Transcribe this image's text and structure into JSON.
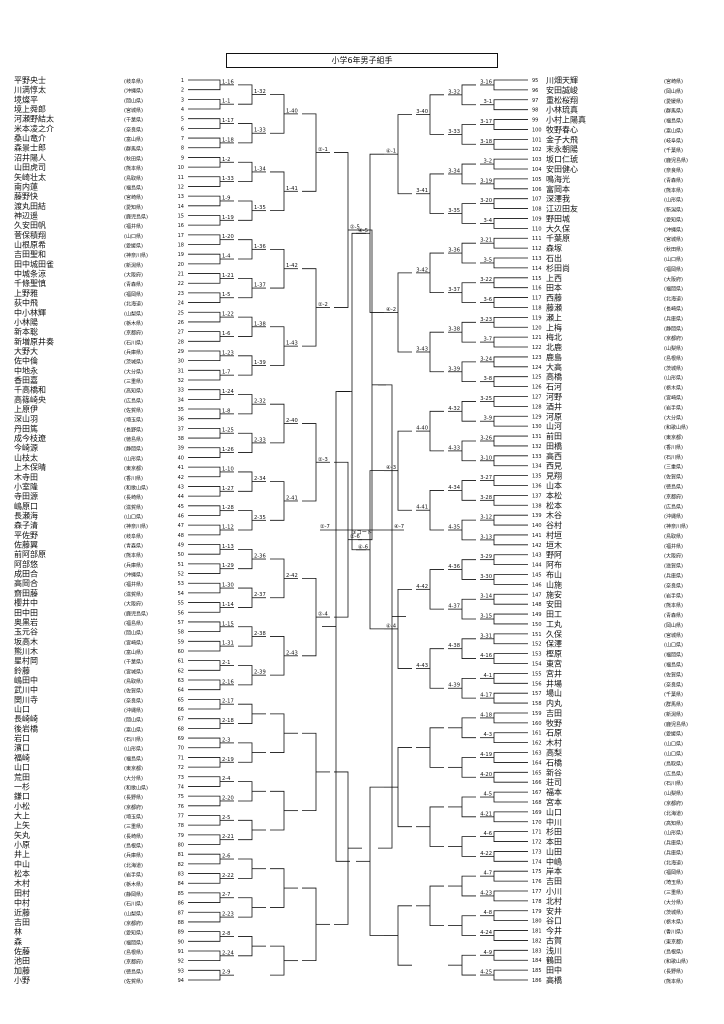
{
  "title": "小学6年男子組手",
  "center": {
    "left": "②-7",
    "court": "③コート",
    "right": "④-7"
  },
  "left_players": [
    {
      "n": 1,
      "name": "平野央士",
      "pref": "岐阜県"
    },
    {
      "n": 2,
      "name": "川満惇太",
      "pref": "沖縄県"
    },
    {
      "n": 3,
      "name": "境燦平",
      "pref": "岡山県"
    },
    {
      "n": 4,
      "name": "境上舜郎",
      "pref": "宮城県"
    },
    {
      "n": 5,
      "name": "河瀬野結太",
      "pref": "千葉県"
    },
    {
      "n": 6,
      "name": "米本凌之介",
      "pref": "奈良県"
    },
    {
      "n": 7,
      "name": "桑山竜介",
      "pref": "富山県"
    },
    {
      "n": 8,
      "name": "森景士郎",
      "pref": "群馬県"
    },
    {
      "n": 9,
      "name": "沼井陽人",
      "pref": "秋田県"
    },
    {
      "n": 10,
      "name": "山田虎司",
      "pref": "熊本県"
    },
    {
      "n": 11,
      "name": "矢崎壮太",
      "pref": "鳥取県"
    },
    {
      "n": 12,
      "name": "南内蓮",
      "pref": "福島県"
    },
    {
      "n": 13,
      "name": "藤野快",
      "pref": "宮崎県"
    },
    {
      "n": 14,
      "name": "渡丸田結",
      "pref": "愛知県"
    },
    {
      "n": 15,
      "name": "神辺遥",
      "pref": "鹿児島県"
    },
    {
      "n": 16,
      "name": "久安田帆",
      "pref": "福井県"
    },
    {
      "n": 17,
      "name": "菅保積翔",
      "pref": "山口県"
    },
    {
      "n": 18,
      "name": "山根原希",
      "pref": "愛媛県"
    },
    {
      "n": 19,
      "name": "吉田聖和",
      "pref": "神奈川県"
    },
    {
      "n": 20,
      "name": "田中城田雀",
      "pref": "新潟県"
    },
    {
      "n": 21,
      "name": "中城条涼",
      "pref": "大阪府"
    },
    {
      "n": 22,
      "name": "千條聖慎",
      "pref": "青森県"
    },
    {
      "n": 23,
      "name": "上野雅",
      "pref": "福岡県"
    },
    {
      "n": 24,
      "name": "荻中飛",
      "pref": "北海道"
    },
    {
      "n": 25,
      "name": "中小林輝",
      "pref": "山梨県"
    },
    {
      "n": 26,
      "name": "小林陽",
      "pref": "栃木県"
    },
    {
      "n": 27,
      "name": "新本聡",
      "pref": "京都府"
    },
    {
      "n": 28,
      "name": "新増原井奏",
      "pref": "石川県"
    },
    {
      "n": 29,
      "name": "大野大",
      "pref": "兵庫県"
    },
    {
      "n": 30,
      "name": "佐中倫",
      "pref": "茨城県"
    },
    {
      "n": 31,
      "name": "中地永",
      "pref": "大分県"
    },
    {
      "n": 32,
      "name": "香田嘉",
      "pref": "三重県"
    },
    {
      "n": 33,
      "name": "千高橋和",
      "pref": "高知県"
    },
    {
      "n": 34,
      "name": "高篠崎央",
      "pref": "広島県"
    },
    {
      "n": 35,
      "name": "上原伊",
      "pref": "佐賀県"
    },
    {
      "n": 36,
      "name": "深山羽",
      "pref": "埼玉県"
    },
    {
      "n": 37,
      "name": "丹田篤",
      "pref": "長野県"
    },
    {
      "n": 38,
      "name": "成今枝遼",
      "pref": "徳島県"
    },
    {
      "n": 39,
      "name": "今崎源",
      "pref": "静岡県"
    },
    {
      "n": 40,
      "name": "山枝太",
      "pref": "山形県"
    },
    {
      "n": 41,
      "name": "上木保晴",
      "pref": "東京都"
    },
    {
      "n": 42,
      "name": "木寺田",
      "pref": "香川県"
    },
    {
      "n": 43,
      "name": "小室隆",
      "pref": "和歌山県"
    },
    {
      "n": 44,
      "name": "寺田源",
      "pref": "長崎県"
    },
    {
      "n": 45,
      "name": "嶋原口",
      "pref": "滋賀県"
    },
    {
      "n": 46,
      "name": "長瀬海",
      "pref": "山口県"
    },
    {
      "n": 47,
      "name": "森子清",
      "pref": "神奈川県"
    },
    {
      "n": 48,
      "name": "平佐野",
      "pref": "岐阜県"
    },
    {
      "n": 49,
      "name": "佐藤翼",
      "pref": "青森県"
    },
    {
      "n": 50,
      "name": "前阿部原",
      "pref": "熊本県"
    },
    {
      "n": 51,
      "name": "阿部悠",
      "pref": "兵庫県"
    },
    {
      "n": 52,
      "name": "成田合",
      "pref": "沖縄県"
    },
    {
      "n": 53,
      "name": "高岡合",
      "pref": "福井県"
    },
    {
      "n": 54,
      "name": "齋田藤",
      "pref": "滋賀県"
    },
    {
      "n": 55,
      "name": "櫻井中",
      "pref": "大阪府"
    },
    {
      "n": 56,
      "name": "田中田",
      "pref": "鹿児島県"
    },
    {
      "n": 57,
      "name": "奥黒岩",
      "pref": "福島県"
    },
    {
      "n": 58,
      "name": "玉元谷",
      "pref": "岡山県"
    },
    {
      "n": 59,
      "name": "坂高木",
      "pref": "宮崎県"
    },
    {
      "n": 60,
      "name": "熊川木",
      "pref": "富山県"
    },
    {
      "n": 61,
      "name": "星村岡",
      "pref": "千葉県"
    },
    {
      "n": 62,
      "name": "鈴藤",
      "pref": "宮城県"
    },
    {
      "n": 63,
      "name": "嶋田中",
      "pref": "鳥取県"
    },
    {
      "n": 64,
      "name": "武川中",
      "pref": "佐賀県"
    },
    {
      "n": 65,
      "name": "関川寺",
      "pref": "奈良県"
    },
    {
      "n": 66,
      "name": "山口",
      "pref": "沖縄県"
    },
    {
      "n": 67,
      "name": "長崎崎",
      "pref": "岡山県"
    },
    {
      "n": 68,
      "name": "後岩橋",
      "pref": "富山県"
    },
    {
      "n": 69,
      "name": "岩口",
      "pref": "石川県"
    },
    {
      "n": 70,
      "name": "濱口",
      "pref": "山形県"
    },
    {
      "n": 71,
      "name": "福崎",
      "pref": "福島県"
    },
    {
      "n": 72,
      "name": "山口",
      "pref": "東京都"
    },
    {
      "n": 73,
      "name": "荒田",
      "pref": "大分県"
    },
    {
      "n": 74,
      "name": "一杉",
      "pref": "和歌山県"
    },
    {
      "n": 75,
      "name": "鎌口",
      "pref": "長野県"
    },
    {
      "n": 76,
      "name": "小松",
      "pref": "京都府"
    },
    {
      "n": 77,
      "name": "大上",
      "pref": "埼玉県"
    },
    {
      "n": 78,
      "name": "上矢",
      "pref": "三重県"
    },
    {
      "n": 79,
      "name": "矢丸",
      "pref": "長崎県"
    },
    {
      "n": 80,
      "name": "小原",
      "pref": "島根県"
    },
    {
      "n": 81,
      "name": "井上",
      "pref": "兵庫県"
    },
    {
      "n": 82,
      "name": "中山",
      "pref": "北海道"
    },
    {
      "n": 83,
      "name": "松本",
      "pref": "岩手県"
    },
    {
      "n": 84,
      "name": "木村",
      "pref": "栃木県"
    },
    {
      "n": 85,
      "name": "田村",
      "pref": "静岡県"
    },
    {
      "n": 86,
      "name": "中村",
      "pref": "石川県"
    },
    {
      "n": 87,
      "name": "近藤",
      "pref": "山梨県"
    },
    {
      "n": 88,
      "name": "吉田",
      "pref": "京都府"
    },
    {
      "n": 89,
      "name": "林",
      "pref": "愛知県"
    },
    {
      "n": 90,
      "name": "森",
      "pref": "福岡県"
    },
    {
      "n": 91,
      "name": "佐藤",
      "pref": "島根県"
    },
    {
      "n": 92,
      "name": "池田",
      "pref": "京都府"
    },
    {
      "n": 93,
      "name": "加藤",
      "pref": "徳島県"
    },
    {
      "n": 94,
      "name": "小野",
      "pref": "佐賀県"
    }
  ],
  "right_players": [
    {
      "n": 95,
      "name": "川畑天輝",
      "pref": "宮崎県"
    },
    {
      "n": 96,
      "name": "安田誠峻",
      "pref": "岡山県"
    },
    {
      "n": 97,
      "name": "重松桜翔",
      "pref": "愛媛県"
    },
    {
      "n": 98,
      "name": "小林琉真",
      "pref": "群馬県"
    },
    {
      "n": 99,
      "name": "小村上陽真",
      "pref": "福島県"
    },
    {
      "n": 100,
      "name": "牧野春心",
      "pref": "富山県"
    },
    {
      "n": 101,
      "name": "金子大飛",
      "pref": "岐阜県"
    },
    {
      "n": 102,
      "name": "末永朝陽",
      "pref": "千葉県"
    },
    {
      "n": 103,
      "name": "坂口仁琥",
      "pref": "鹿児島県"
    },
    {
      "n": 104,
      "name": "安田健心",
      "pref": "奈良県"
    },
    {
      "n": 105,
      "name": "鳴海光",
      "pref": "青森県"
    },
    {
      "n": 106,
      "name": "富岡本",
      "pref": "熊本県"
    },
    {
      "n": 107,
      "name": "深澤我",
      "pref": "山形県"
    },
    {
      "n": 108,
      "name": "江辺田友",
      "pref": "新潟県"
    },
    {
      "n": 109,
      "name": "野田城",
      "pref": "愛知県"
    },
    {
      "n": 110,
      "name": "大久保",
      "pref": "沖縄県"
    },
    {
      "n": 111,
      "name": "千葉原",
      "pref": "宮城県"
    },
    {
      "n": 112,
      "name": "森塚",
      "pref": "秋田県"
    },
    {
      "n": 113,
      "name": "石出",
      "pref": "山口県"
    },
    {
      "n": 114,
      "name": "杉田尚",
      "pref": "福岡県"
    },
    {
      "n": 115,
      "name": "上西",
      "pref": "大阪府"
    },
    {
      "n": 116,
      "name": "田本",
      "pref": "福岡県"
    },
    {
      "n": 117,
      "name": "西藤",
      "pref": "北海道"
    },
    {
      "n": 118,
      "name": "藤瀬",
      "pref": "長崎県"
    },
    {
      "n": 119,
      "name": "瀬上",
      "pref": "兵庫県"
    },
    {
      "n": 120,
      "name": "上梅",
      "pref": "静岡県"
    },
    {
      "n": 121,
      "name": "梅北",
      "pref": "京都府"
    },
    {
      "n": 122,
      "name": "北鹿",
      "pref": "山梨県"
    },
    {
      "n": 123,
      "name": "鹿島",
      "pref": "島根県"
    },
    {
      "n": 124,
      "name": "大高",
      "pref": "茨城県"
    },
    {
      "n": 125,
      "name": "高橋",
      "pref": "山形県"
    },
    {
      "n": 126,
      "name": "石河",
      "pref": "栃木県"
    },
    {
      "n": 127,
      "name": "河野",
      "pref": "宮崎県"
    },
    {
      "n": 128,
      "name": "酒井",
      "pref": "岩手県"
    },
    {
      "n": 129,
      "name": "河原",
      "pref": "大分県"
    },
    {
      "n": 130,
      "name": "山河",
      "pref": "和歌山県"
    },
    {
      "n": 131,
      "name": "前田",
      "pref": "東京都"
    },
    {
      "n": 132,
      "name": "田橋",
      "pref": "香川県"
    },
    {
      "n": 133,
      "name": "高西",
      "pref": "石川県"
    },
    {
      "n": 134,
      "name": "西見",
      "pref": "三重県"
    },
    {
      "n": 135,
      "name": "見翔",
      "pref": "佐賀県"
    },
    {
      "n": 136,
      "name": "山本",
      "pref": "徳島県"
    },
    {
      "n": 137,
      "name": "本松",
      "pref": "京都府"
    },
    {
      "n": 138,
      "name": "松本",
      "pref": "広島県"
    },
    {
      "n": 139,
      "name": "木谷",
      "pref": "沖縄県"
    },
    {
      "n": 140,
      "name": "谷村",
      "pref": "神奈川県"
    },
    {
      "n": 141,
      "name": "村垣",
      "pref": "鳥取県"
    },
    {
      "n": 142,
      "name": "垣木",
      "pref": "福井県"
    },
    {
      "n": 143,
      "name": "野阿",
      "pref": "大阪府"
    },
    {
      "n": 144,
      "name": "阿布",
      "pref": "滋賀県"
    },
    {
      "n": 145,
      "name": "布山",
      "pref": "兵庫県"
    },
    {
      "n": 146,
      "name": "山施",
      "pref": "奈良県"
    },
    {
      "n": 147,
      "name": "施安",
      "pref": "岩手県"
    },
    {
      "n": 148,
      "name": "安田",
      "pref": "熊本県"
    },
    {
      "n": 149,
      "name": "田工",
      "pref": "青森県"
    },
    {
      "n": 150,
      "name": "工丸",
      "pref": "岡山県"
    },
    {
      "n": 151,
      "name": "久保",
      "pref": "宮城県"
    },
    {
      "n": 152,
      "name": "保澤",
      "pref": "山口県"
    },
    {
      "n": 153,
      "name": "樫原",
      "pref": "福岡県"
    },
    {
      "n": 154,
      "name": "東宮",
      "pref": "福島県"
    },
    {
      "n": 155,
      "name": "宮井",
      "pref": "佐賀県"
    },
    {
      "n": 156,
      "name": "井場",
      "pref": "奈良県"
    },
    {
      "n": 157,
      "name": "場山",
      "pref": "千葉県"
    },
    {
      "n": 158,
      "name": "内丸",
      "pref": "群馬県"
    },
    {
      "n": 159,
      "name": "吉田",
      "pref": "新潟県"
    },
    {
      "n": 160,
      "name": "牧野",
      "pref": "鹿児島県"
    },
    {
      "n": 161,
      "name": "石原",
      "pref": "愛媛県"
    },
    {
      "n": 162,
      "name": "木村",
      "pref": "山口県"
    },
    {
      "n": 163,
      "name": "高梨",
      "pref": "山口県"
    },
    {
      "n": 164,
      "name": "石橋",
      "pref": "鳥取県"
    },
    {
      "n": 165,
      "name": "新谷",
      "pref": "広島県"
    },
    {
      "n": 166,
      "name": "荘司",
      "pref": "石川県"
    },
    {
      "n": 167,
      "name": "福本",
      "pref": "山梨県"
    },
    {
      "n": 168,
      "name": "宮本",
      "pref": "京都府"
    },
    {
      "n": 169,
      "name": "山口",
      "pref": "北海道"
    },
    {
      "n": 170,
      "name": "中川",
      "pref": "高知県"
    },
    {
      "n": 171,
      "name": "杉田",
      "pref": "山形県"
    },
    {
      "n": 172,
      "name": "本田",
      "pref": "兵庫県"
    },
    {
      "n": 173,
      "name": "山田",
      "pref": "兵庫県"
    },
    {
      "n": 174,
      "name": "中嶋",
      "pref": "北海道"
    },
    {
      "n": 175,
      "name": "岸本",
      "pref": "福岡県"
    },
    {
      "n": 176,
      "name": "吉田",
      "pref": "埼玉県"
    },
    {
      "n": 177,
      "name": "小川",
      "pref": "三重県"
    },
    {
      "n": 178,
      "name": "北村",
      "pref": "大分県"
    },
    {
      "n": 179,
      "name": "安井",
      "pref": "茨城県"
    },
    {
      "n": 180,
      "name": "谷口",
      "pref": "栃木県"
    },
    {
      "n": 181,
      "name": "今井",
      "pref": "香川県"
    },
    {
      "n": 182,
      "name": "古賀",
      "pref": "東京都"
    },
    {
      "n": 183,
      "name": "浅川",
      "pref": "島根県"
    },
    {
      "n": 184,
      "name": "鶴田",
      "pref": "和歌山県"
    },
    {
      "n": 185,
      "name": "田中",
      "pref": "長野県"
    },
    {
      "n": 186,
      "name": "高橋",
      "pref": "熊本県"
    }
  ],
  "left_matches": {
    "r1": [
      "1-16",
      "1-1",
      "1-17",
      "1-18",
      "1-2",
      "1-33",
      "1-9",
      "1-19",
      "1-20",
      "1-4",
      "1-21",
      "1-5",
      "1-22",
      "1-6",
      "1-23",
      "1-7",
      "1-24",
      "1-8",
      "1-25",
      "1-26",
      "1-10",
      "1-27",
      "1-28",
      "1-12",
      "1-13",
      "1-29",
      "1-30",
      "1-14",
      "1-15",
      "1-31",
      "2-1",
      "2-16",
      "2-17",
      "2-18",
      "2-3",
      "2-19",
      "2-4",
      "2-20",
      "2-5",
      "2-21",
      "2-6",
      "2-22",
      "2-7",
      "2-23",
      "2-8",
      "2-24",
      "2-9",
      "2-25",
      "2-10",
      "2-26",
      "2-11",
      "2-27",
      "2-12",
      "2-28",
      "2-13",
      "2-29",
      "2-14",
      "2-30",
      "2-15",
      "2-31"
    ],
    "r2": [
      "1-32",
      "1-33",
      "1-34",
      "1-35",
      "1-36",
      "1-37",
      "1-38",
      "1-39",
      "2-32",
      "2-33",
      "2-34",
      "2-35",
      "2-36",
      "2-37",
      "2-38",
      "2-39"
    ],
    "r3": [
      "1-40",
      "1-41",
      "1-42",
      "1-43",
      "2-40",
      "2-41",
      "2-42",
      "2-43"
    ],
    "r4": [
      "②-1",
      "②-2",
      "②-3",
      "②-4"
    ],
    "r5": [
      "②-5",
      "②-6"
    ]
  },
  "right_matches": {
    "r1": [
      "3-16",
      "3-1",
      "3-17",
      "3-18",
      "3-2",
      "3-19",
      "3-20",
      "3-4",
      "3-21",
      "3-5",
      "3-22",
      "3-6",
      "3-23",
      "3-7",
      "3-24",
      "3-8",
      "3-25",
      "3-9",
      "3-26",
      "3-10",
      "3-27",
      "3-28",
      "3-12",
      "3-13",
      "3-29",
      "3-30",
      "3-14",
      "3-15",
      "3-31",
      "4-16",
      "4-1",
      "4-17",
      "4-18",
      "4-3",
      "4-19",
      "4-20",
      "4-5",
      "4-21",
      "4-6",
      "4-22",
      "4-7",
      "4-23",
      "4-8",
      "4-24",
      "4-9",
      "4-25",
      "4-10",
      "4-26",
      "4-11",
      "4-27",
      "4-12",
      "4-28",
      "4-13",
      "4-29",
      "4-14",
      "4-30",
      "4-15",
      "4-31"
    ],
    "r2": [
      "3-32",
      "3-33",
      "3-34",
      "3-35",
      "3-36",
      "3-37",
      "3-38",
      "3-39",
      "4-32",
      "4-33",
      "4-34",
      "4-35",
      "4-36",
      "4-37",
      "4-38",
      "4-39"
    ],
    "r3": [
      "3-40",
      "3-41",
      "3-42",
      "3-43",
      "4-40",
      "4-41",
      "4-42",
      "4-43"
    ],
    "r4": [
      "④-1",
      "④-2",
      "④-3",
      "④-4"
    ],
    "r5": [
      "④-5",
      "④-6"
    ]
  }
}
